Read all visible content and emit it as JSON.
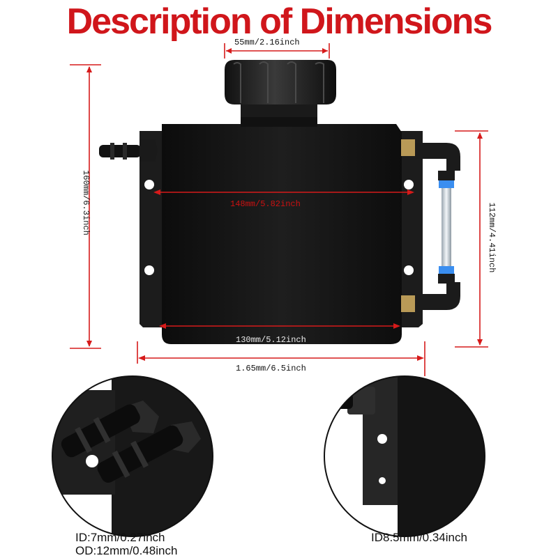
{
  "title": "Description of Dimensions",
  "dimensions": {
    "cap_width": "55mm/2.16inch",
    "total_height": "160mm/6.3inch",
    "inner_width": "148mm/5.82inch",
    "side_height": "112mm/4.41inch",
    "bottom_width": "130mm/5.12inch",
    "overall_width": "1.65mm/6.5inch"
  },
  "specs": {
    "left": {
      "line1": "ID:7mm/0.27inch",
      "line2": "OD:12mm/0.48inch"
    },
    "right": {
      "line1": "ID8.5mm/0.34inch"
    }
  },
  "colors": {
    "title": "#d0161b",
    "arrow": "#d61a1a",
    "tank": "#151515",
    "bracket": "#222222"
  }
}
